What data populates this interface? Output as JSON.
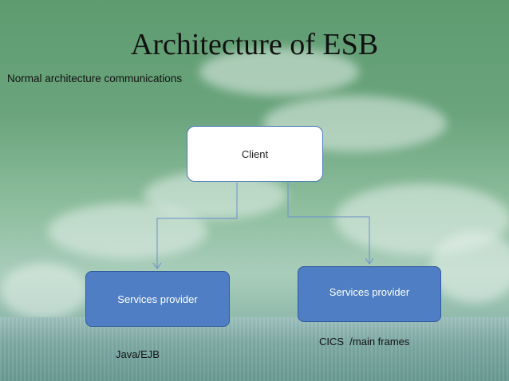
{
  "slide": {
    "title": "Architecture of ESB",
    "subtitle": "Normal architecture communications"
  },
  "diagram": {
    "client": {
      "label": "Client"
    },
    "provider_left": {
      "label": "Services provider",
      "note": "Java/EJB"
    },
    "provider_right": {
      "label": "Services provider",
      "note": "CICS  /main frames"
    }
  },
  "colors": {
    "provider_fill": "#4f7ec4",
    "connector": "#6b8fd0",
    "client_border": "#4a78b8"
  }
}
